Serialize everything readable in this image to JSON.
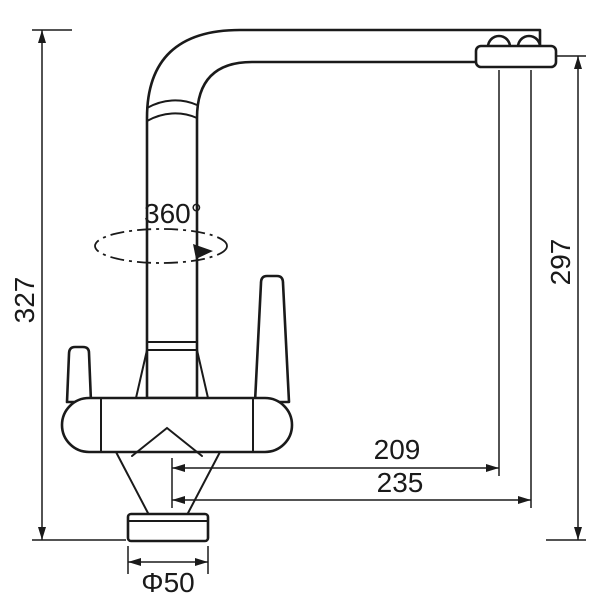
{
  "drawing": {
    "dimensions": {
      "overall_height": "327",
      "spout_height": "297",
      "reach_inner": "209",
      "reach_outer": "235",
      "base_diameter": "Φ50",
      "rotation": "360°"
    },
    "colors": {
      "line": "#1a1a1a",
      "background": "#ffffff"
    }
  }
}
